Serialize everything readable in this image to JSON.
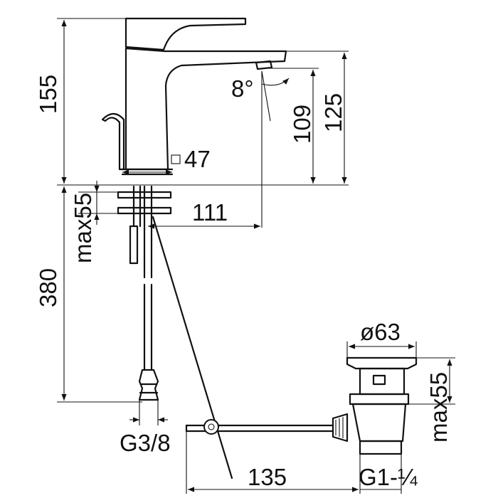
{
  "dimensions": {
    "total_height": "155",
    "spout_height": "125",
    "outlet_height": "109",
    "spout_angle": "8°",
    "base_size": "47",
    "deck_thickness": "max55",
    "spout_reach": "111",
    "hose_length": "380",
    "hose_connection": "G3/8",
    "waste_diameter": "ø63",
    "waste_deck_thickness": "max55",
    "rod_length": "135",
    "waste_thread": "G1-¼"
  },
  "colors": {
    "line": "#111111",
    "background": "#ffffff"
  }
}
